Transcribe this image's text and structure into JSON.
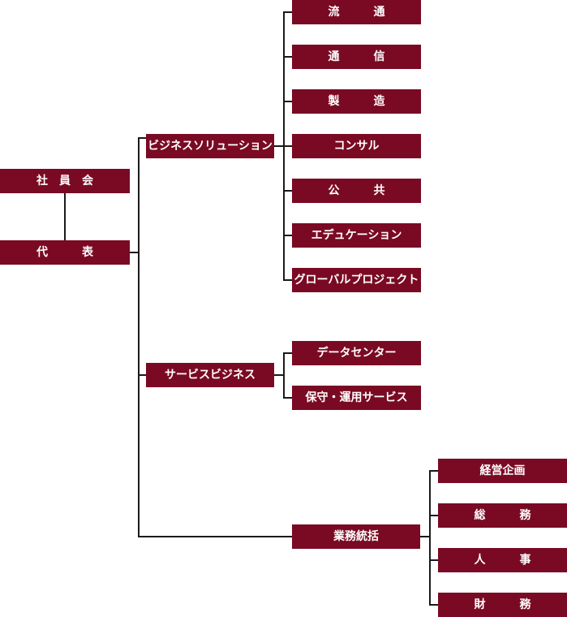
{
  "org": {
    "board": "社　員　会",
    "rep": "代　　　表",
    "divisions": {
      "business_solution": {
        "label": "ビジネスソリューション",
        "units": [
          "流　　　通",
          "通　　　信",
          "製　　　造",
          "コンサル",
          "公　　　共",
          "エデュケーション",
          "グローバルプロジェクト"
        ]
      },
      "service_business": {
        "label": "サービスビジネス",
        "units": [
          "データセンター",
          "保守・運用サービス"
        ]
      },
      "operations": {
        "label": "業務統括",
        "units": [
          "経営企画",
          "総　　　務",
          "人　　　事",
          "財　　　務"
        ]
      }
    },
    "colors": {
      "box": "#7a0a23",
      "text": "#ffffff",
      "line": "#1a1a1a"
    }
  }
}
